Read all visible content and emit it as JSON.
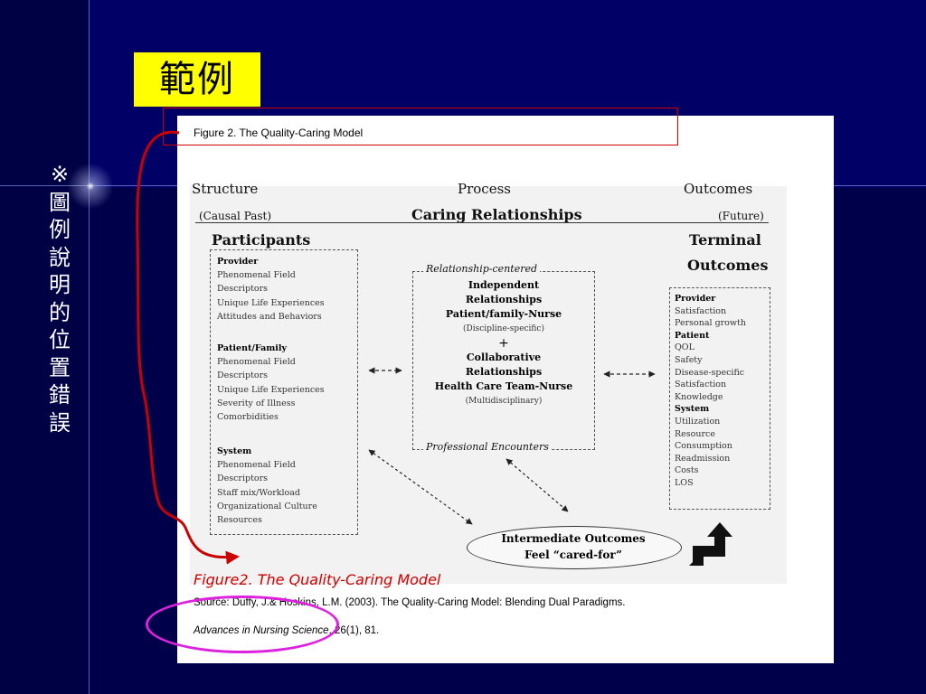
{
  "slide": {
    "title": "範例",
    "side_note": [
      "※",
      "圖",
      "例",
      "說",
      "明",
      "的",
      "位",
      "置",
      "錯",
      "誤"
    ]
  },
  "figure": {
    "top_caption": "Figure 2. The Quality-Caring Model",
    "headers": {
      "structure": "Structure",
      "process": "Process",
      "outcomes": "Outcomes",
      "causal_past": "(Causal Past)",
      "caring_relationships": "Caring Relationships",
      "future": "(Future)",
      "participants": "Participants",
      "terminal": "Terminal",
      "terminal_outcomes": "Outcomes"
    },
    "participants": {
      "provider": {
        "heading": "Provider",
        "items": [
          "Phenomenal Field",
          "Descriptors",
          "Unique Life Experiences",
          "Attitudes and Behaviors"
        ]
      },
      "patient_family": {
        "heading": "Patient/Family",
        "items": [
          "Phenomenal Field",
          "Descriptors",
          "Unique Life Experiences",
          "Severity of Illness",
          "Comorbidities"
        ]
      },
      "system": {
        "heading": "System",
        "items": [
          "Phenomenal Field",
          "Descriptors",
          "Staff mix/Workload",
          "Organizational Culture",
          "Resources"
        ]
      }
    },
    "process": {
      "top_label": "Relationship-centered",
      "independent": [
        "Independent",
        "Relationships",
        "Patient/family-Nurse"
      ],
      "independent_note": "(Discipline-specific)",
      "plus": "+",
      "collaborative": [
        "Collaborative",
        "Relationships",
        "Health Care Team-Nurse"
      ],
      "collaborative_note": "(Multidisciplinary)",
      "bottom_label": "Professional Encounters"
    },
    "outcomes": {
      "provider": {
        "heading": "Provider",
        "items": [
          "Satisfaction",
          "Personal growth"
        ]
      },
      "patient": {
        "heading": "Patient",
        "items": [
          "QOL",
          "Safety",
          "Disease-specific",
          "Satisfaction",
          "Knowledge"
        ]
      },
      "system": {
        "heading": "System",
        "items": [
          "Utilization",
          "Resource",
          "Consumption",
          "Readmission",
          "Costs",
          "LOS"
        ]
      }
    },
    "intermediate": {
      "line1": "Intermediate Outcomes",
      "line2": "Feel “cared-for”"
    },
    "caption_red": "Figure2.  The Quality-Caring Model",
    "source_line": "Source: Duffy, J.& Hoskins, L.M. (2003). The Quality-Caring Model: Blending Dual Paradigms.",
    "journal": "Advances in Nursing Science",
    "journal_rest": ", 26(1), 81."
  },
  "colors": {
    "background": "#000066",
    "title_highlight": "#ffff00",
    "annotation_red": "#cc0000",
    "annotation_magenta": "#dd22dd"
  }
}
